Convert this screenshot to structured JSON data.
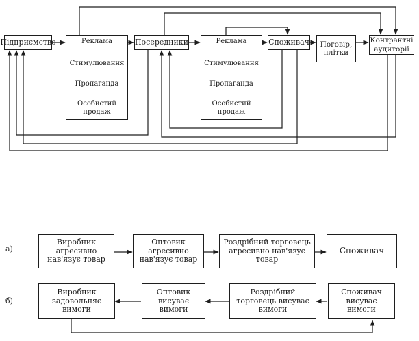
{
  "top_diagram": {
    "nodes": {
      "enterprise": "Підприємство",
      "intermediaries": "Посередники",
      "consumer": "Споживач",
      "rumors": "Поговір,\nплітки",
      "contact_audiences": "Контрактні\nаудиторії"
    },
    "promo_block_1": [
      "Реклама",
      "Стимулювання",
      "Пропаганда",
      "Особистий\nпродаж"
    ],
    "promo_block_2": [
      "Реклама",
      "Стимулювання",
      "Пропаганда",
      "Особистий\nпродаж"
    ]
  },
  "bottom_diagram": {
    "row_a": {
      "label": "а)",
      "boxes": [
        "Виробник\nагресивно\nнав'язує товар",
        "Оптовик\nагресивно\nнав'язує товар",
        "Роздрібний торговець\nагресивно нав'язує\nтовар",
        "Споживач"
      ]
    },
    "row_b": {
      "label": "б)",
      "boxes": [
        "Виробник\nзадовольняє\nвимоги",
        "Оптовик\nвисуває\nвимоги",
        "Роздрібний\nторговець висуває\nвимоги",
        "Споживач\nвисуває\nвимоги"
      ]
    }
  }
}
